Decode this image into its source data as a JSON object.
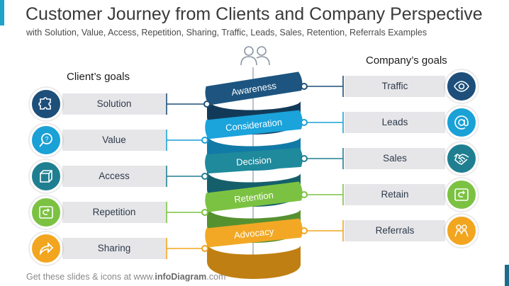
{
  "title": "Customer Journey from Clients and Company Perspective",
  "subtitle": "with Solution, Value, Access, Repetition, Sharing, Traffic, Leads, Sales, Retention, Referrals Examples",
  "client_goals": {
    "heading": "Client’s goals",
    "items": [
      {
        "label": "Solution",
        "icon": "puzzle-icon",
        "color": "#1d4f7a"
      },
      {
        "label": "Value",
        "icon": "magnifier-question-icon",
        "color": "#1aa1d6"
      },
      {
        "label": "Access",
        "icon": "box-icon",
        "color": "#1f7f91"
      },
      {
        "label": "Repetition",
        "icon": "return-arrow-icon",
        "color": "#7cc242"
      },
      {
        "label": "Sharing",
        "icon": "share-arrow-icon",
        "color": "#f2a51f"
      }
    ]
  },
  "company_goals": {
    "heading": "Company’s goals",
    "items": [
      {
        "label": "Traffic",
        "icon": "eye-icon",
        "color": "#1d4f7a"
      },
      {
        "label": "Leads",
        "icon": "at-sign-icon",
        "color": "#1aa1d6"
      },
      {
        "label": "Sales",
        "icon": "handshake-icon",
        "color": "#1f7f91"
      },
      {
        "label": "Retain",
        "icon": "return-arrow-icon",
        "color": "#7cc242"
      },
      {
        "label": "Referrals",
        "icon": "people-icon",
        "color": "#f2a51f"
      }
    ]
  },
  "stages": [
    {
      "label": "Awareness",
      "color": "#1d5580",
      "dark": "#123a58"
    },
    {
      "label": "Consideration",
      "color": "#1ba3db",
      "dark": "#117aa6"
    },
    {
      "label": "Decision",
      "color": "#1f8a9c",
      "dark": "#155f6b"
    },
    {
      "label": "Retention",
      "color": "#7cc242",
      "dark": "#569130"
    },
    {
      "label": "Advocacy",
      "color": "#f2a824",
      "dark": "#c07f12"
    }
  ],
  "footer": {
    "prefix": "Get these slides & icons at www.",
    "brand": "infoDiagram",
    "suffix": ".com"
  }
}
